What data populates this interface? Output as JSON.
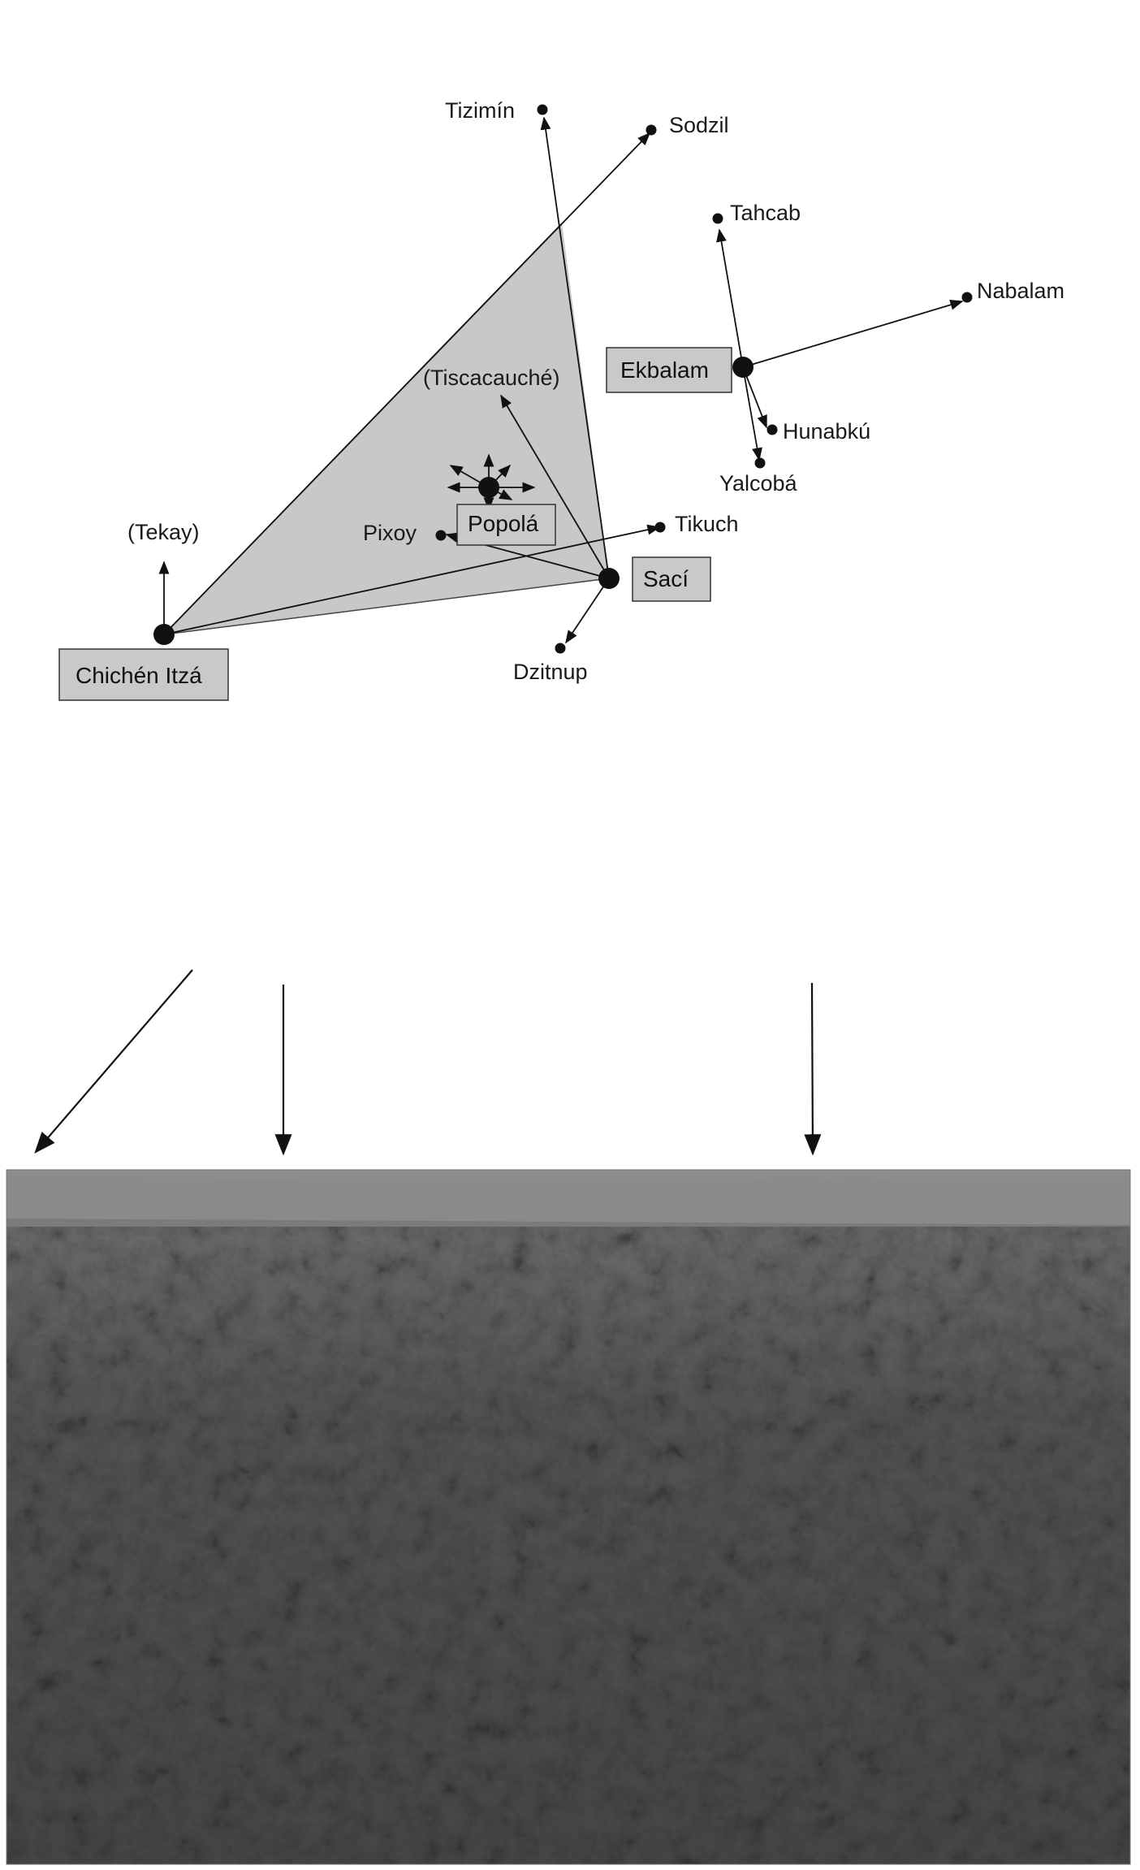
{
  "diagram": {
    "sites": {
      "tizimin": "Tizimín",
      "sodzil": "Sodzil",
      "tahcab": "Tahcab",
      "nabalam": "Nabalam",
      "ekbalam": "Ekbalam",
      "tiscacauche": "(Tiscacauché)",
      "hunabku": "Hunabkú",
      "yalcoba": "Yalcobá",
      "tekay": "(Tekay)",
      "pixoy": "Pixoy",
      "popola": "Popolá",
      "tikuch": "Tikuch",
      "saci": "Sací",
      "chichen_itza": "Chichén Itzá",
      "dzitnup": "Dzitnup"
    }
  },
  "photo": {
    "description_visible": "",
    "arrow_count": 3
  },
  "colors": {
    "triangle_fill": "#c8c8c8",
    "box_fill": "#c9c9c9",
    "ink": "#111111"
  }
}
